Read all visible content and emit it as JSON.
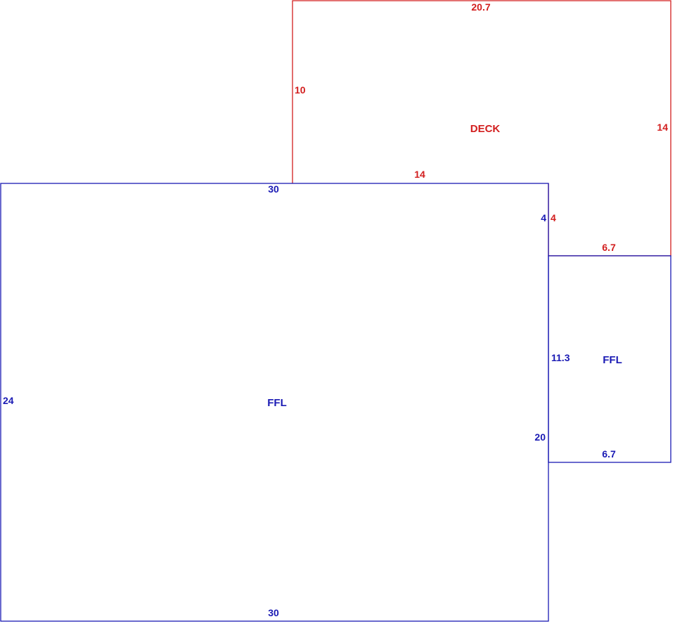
{
  "colors": {
    "living": "#1a1ab4",
    "deck": "#d21e1e",
    "background": "#ffffff"
  },
  "areas": {
    "main_ffl": {
      "label": "FFL",
      "dims": {
        "top": "30",
        "bottom": "30",
        "left": "24",
        "right_lower": "20",
        "right_upper": "4"
      }
    },
    "deck": {
      "label": "DECK",
      "dims": {
        "top": "20.7",
        "right": "14",
        "left": "10",
        "bottom_left": "14",
        "inner_side": "4",
        "bottom_right": "6.7"
      }
    },
    "small_ffl": {
      "label": "FFL",
      "dims": {
        "left": "11.3",
        "bottom": "6.7"
      }
    }
  }
}
